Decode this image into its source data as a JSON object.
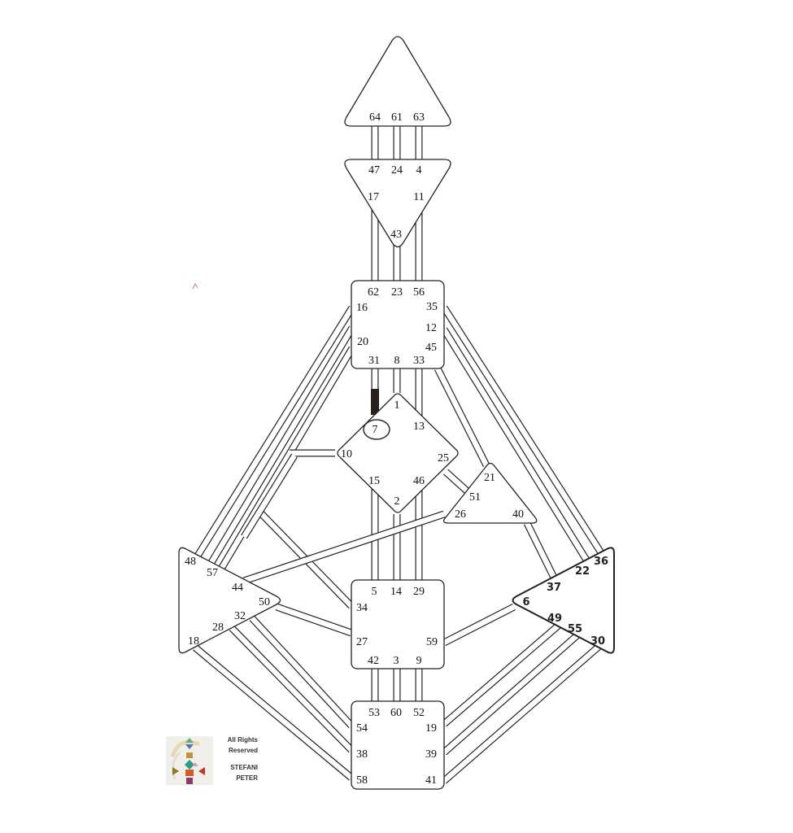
{
  "colors": {
    "line": "#222222",
    "defined": "#2a1f1d",
    "background": "#ffffff"
  },
  "centers": {
    "head": {
      "gates": [
        "64",
        "61",
        "63"
      ]
    },
    "ajna": {
      "gates": [
        "47",
        "24",
        "4",
        "17",
        "11",
        "43"
      ]
    },
    "throat": {
      "gates": [
        "62",
        "23",
        "56",
        "16",
        "35",
        "12",
        "20",
        "45",
        "31",
        "8",
        "33"
      ]
    },
    "g": {
      "gates": [
        "1",
        "7",
        "13",
        "10",
        "25",
        "15",
        "46",
        "2"
      ]
    },
    "heart": {
      "gates": [
        "21",
        "51",
        "26",
        "40"
      ]
    },
    "spleen": {
      "gates": [
        "48",
        "57",
        "44",
        "50",
        "32",
        "28",
        "18"
      ]
    },
    "sacral": {
      "gates": [
        "5",
        "14",
        "29",
        "34",
        "27",
        "59",
        "42",
        "3",
        "9"
      ]
    },
    "root": {
      "gates": [
        "53",
        "60",
        "52",
        "54",
        "19",
        "38",
        "39",
        "58",
        "41"
      ]
    },
    "solar_plexus": {
      "gates": [
        "36",
        "22",
        "37",
        "6",
        "49",
        "55",
        "30"
      ]
    }
  },
  "highlighted_gate": "7",
  "defined_channel_segment": "31-7",
  "credit": {
    "line1": "All Rights",
    "line2": "Reserved",
    "line3": "STEFANI",
    "line4": "PETER"
  }
}
